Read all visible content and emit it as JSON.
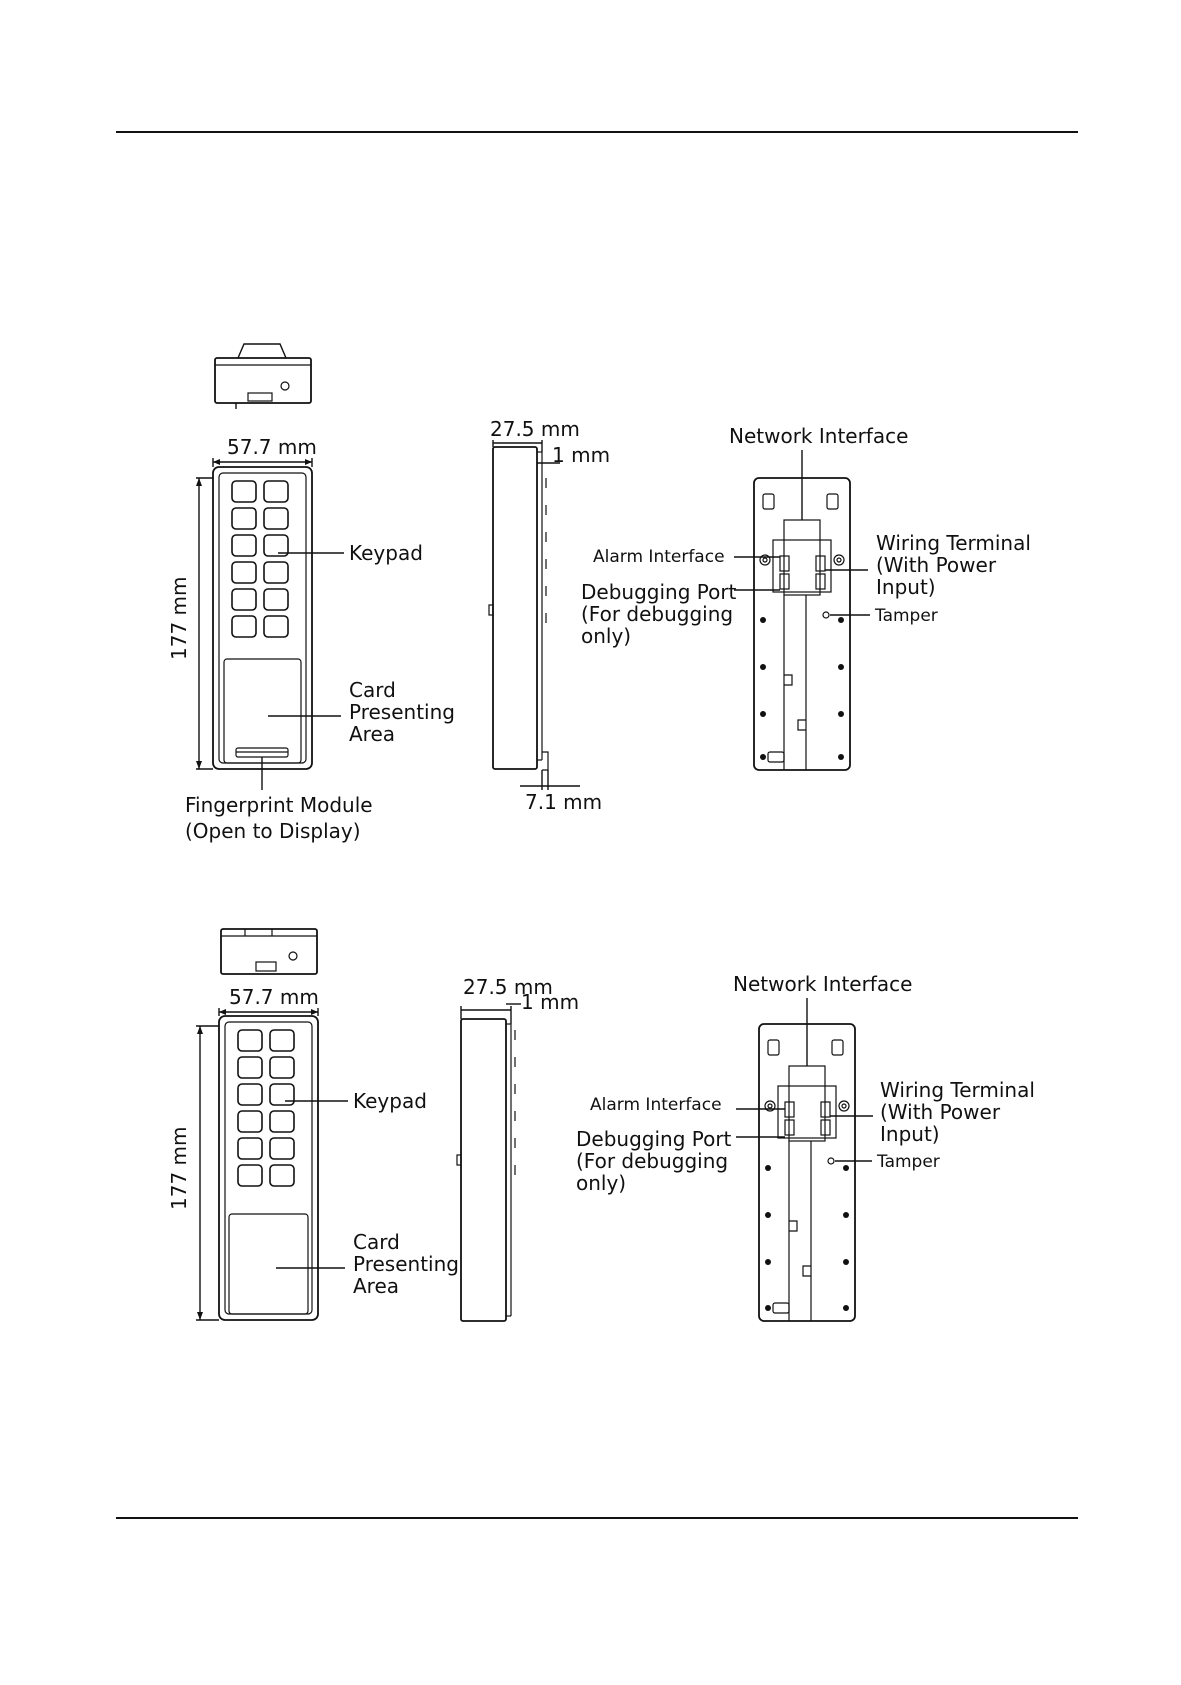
{
  "views": [
    {
      "variant": "fingerprint",
      "front": {
        "width": "57.7 mm",
        "height": "177 mm",
        "keypad": "Keypad",
        "card_area": [
          "Card",
          "Presenting",
          "Area"
        ],
        "fingerprint": [
          "Fingerprint Module",
          "(Open to Display)"
        ]
      },
      "side": {
        "depth": "27.5 mm",
        "offset": "1 mm",
        "bottom": "7.1 mm"
      },
      "rear": {
        "network": "Network Interface",
        "alarm": "Alarm Interface",
        "debug": [
          "Debugging Port",
          "(For debugging",
          "only)"
        ],
        "wiring": [
          "Wiring Terminal",
          "(With Power",
          "Input)"
        ],
        "tamper": "Tamper"
      }
    },
    {
      "variant": "standard",
      "front": {
        "width": "57.7 mm",
        "height": "177 mm",
        "keypad": "Keypad",
        "card_area": [
          "Card",
          "Presenting",
          "Area"
        ]
      },
      "side": {
        "depth": "27.5 mm",
        "offset": "1 mm"
      },
      "rear": {
        "network": "Network Interface",
        "alarm": "Alarm Interface",
        "debug": [
          "Debugging Port",
          "(For debugging",
          "only)"
        ],
        "wiring": [
          "Wiring Terminal",
          "(With Power",
          "Input)"
        ],
        "tamper": "Tamper"
      }
    }
  ]
}
